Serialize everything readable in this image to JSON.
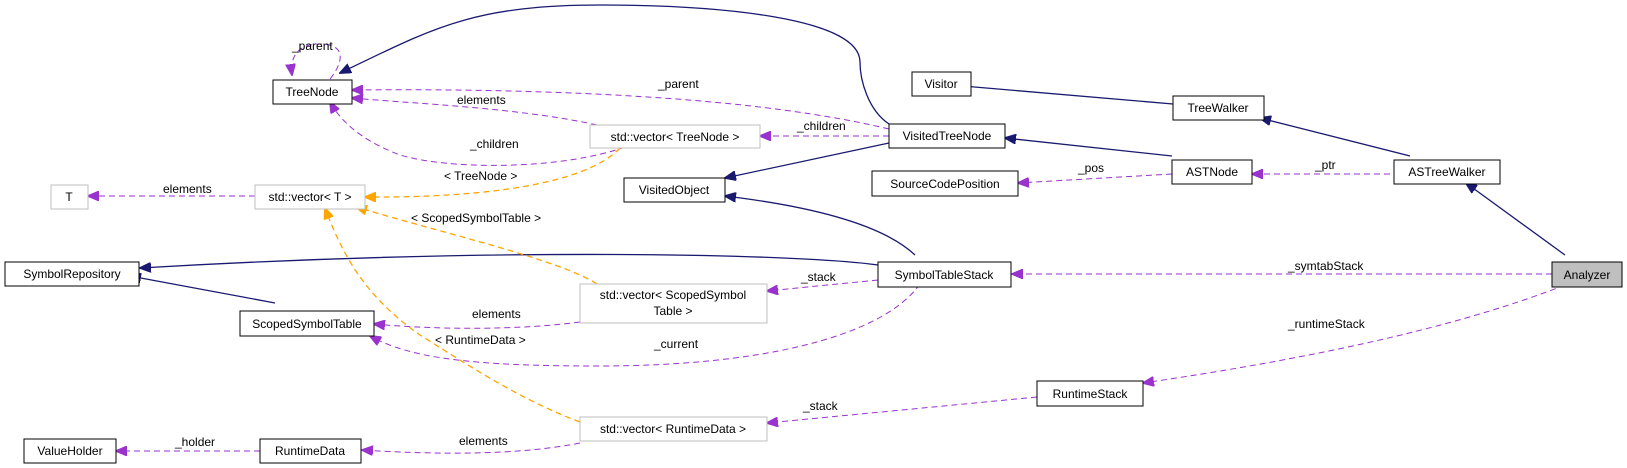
{
  "nodes": {
    "tree_node": "TreeNode",
    "visitor": "Visitor",
    "tree_walker": "TreeWalker",
    "visited_tree_node": "VisitedTreeNode",
    "vector_tree_node_text": "std::vector< TreeNode >",
    "t": "T",
    "vector_t": "std::vector< T >",
    "visited_object": "VisitedObject",
    "source_code_position": "SourceCodePosition",
    "ast_node": "ASTNode",
    "as_tree_walker": "ASTreeWalker",
    "symbol_repository": "SymbolRepository",
    "symbol_table_stack": "SymbolTableStack",
    "analyzer": "Analyzer",
    "vector_scoped_line1": "std::vector< ScopedSymbol",
    "vector_scoped_line2": "Table >",
    "scoped_symbol_table": "ScopedSymbolTable",
    "runtime_stack": "RuntimeStack",
    "value_holder": "ValueHolder",
    "runtime_data": "RuntimeData",
    "vector_runtime_data": "std::vector< RuntimeData >"
  },
  "edge_labels": {
    "parent_self": "_parent",
    "parent": "_parent",
    "elements_tree": "elements",
    "children_left": "_children",
    "children_right": "_children",
    "tpl_tree_node": "< TreeNode >",
    "elements_t": "elements",
    "tpl_scoped": "< ScopedSymbolTable >",
    "pos": "_pos",
    "ptr": "_ptr",
    "symtab_stack": "_symtabStack",
    "stack_symtab": "_stack",
    "elements_scoped": "elements",
    "tpl_runtime": "< RuntimeData >",
    "current": "_current",
    "runtime_stack": "_runtimeStack",
    "stack_runtime": "_stack",
    "holder": "_holder",
    "elements_runtime": "elements"
  },
  "colors": {
    "inheritance": "#191970",
    "usage": "#9a32cd",
    "template": "#ffa500",
    "highlight_fill": "#bfbfbf",
    "template_border": "#bfbfbf"
  }
}
